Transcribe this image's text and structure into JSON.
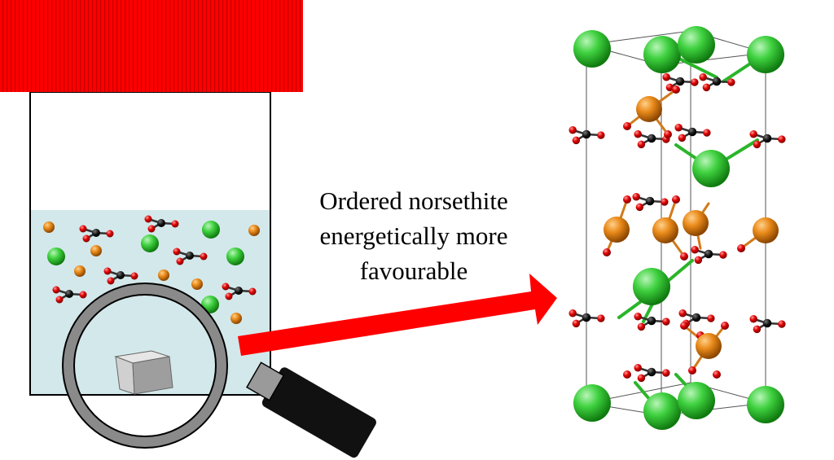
{
  "caption": {
    "line1": "Ordered norsethite",
    "line2": "energetically more",
    "line3": "favourable"
  },
  "colors": {
    "lid": "#ff0000",
    "lid_stripe": "#c40000",
    "solution": "#d3e8eb",
    "calcium_green": "#22bb22",
    "magnesium_orange": "#e07a10",
    "oxygen_red": "#dd0000",
    "carbon_black": "#111111",
    "arrow": "#ff0000",
    "lens_rim": "#8a8a8a",
    "handle": "#111111",
    "crystal_cube": "#c8c8c8"
  },
  "icons": [
    "jar",
    "magnifying-glass",
    "crystal-cube",
    "arrow",
    "unit-cell-structure"
  ]
}
